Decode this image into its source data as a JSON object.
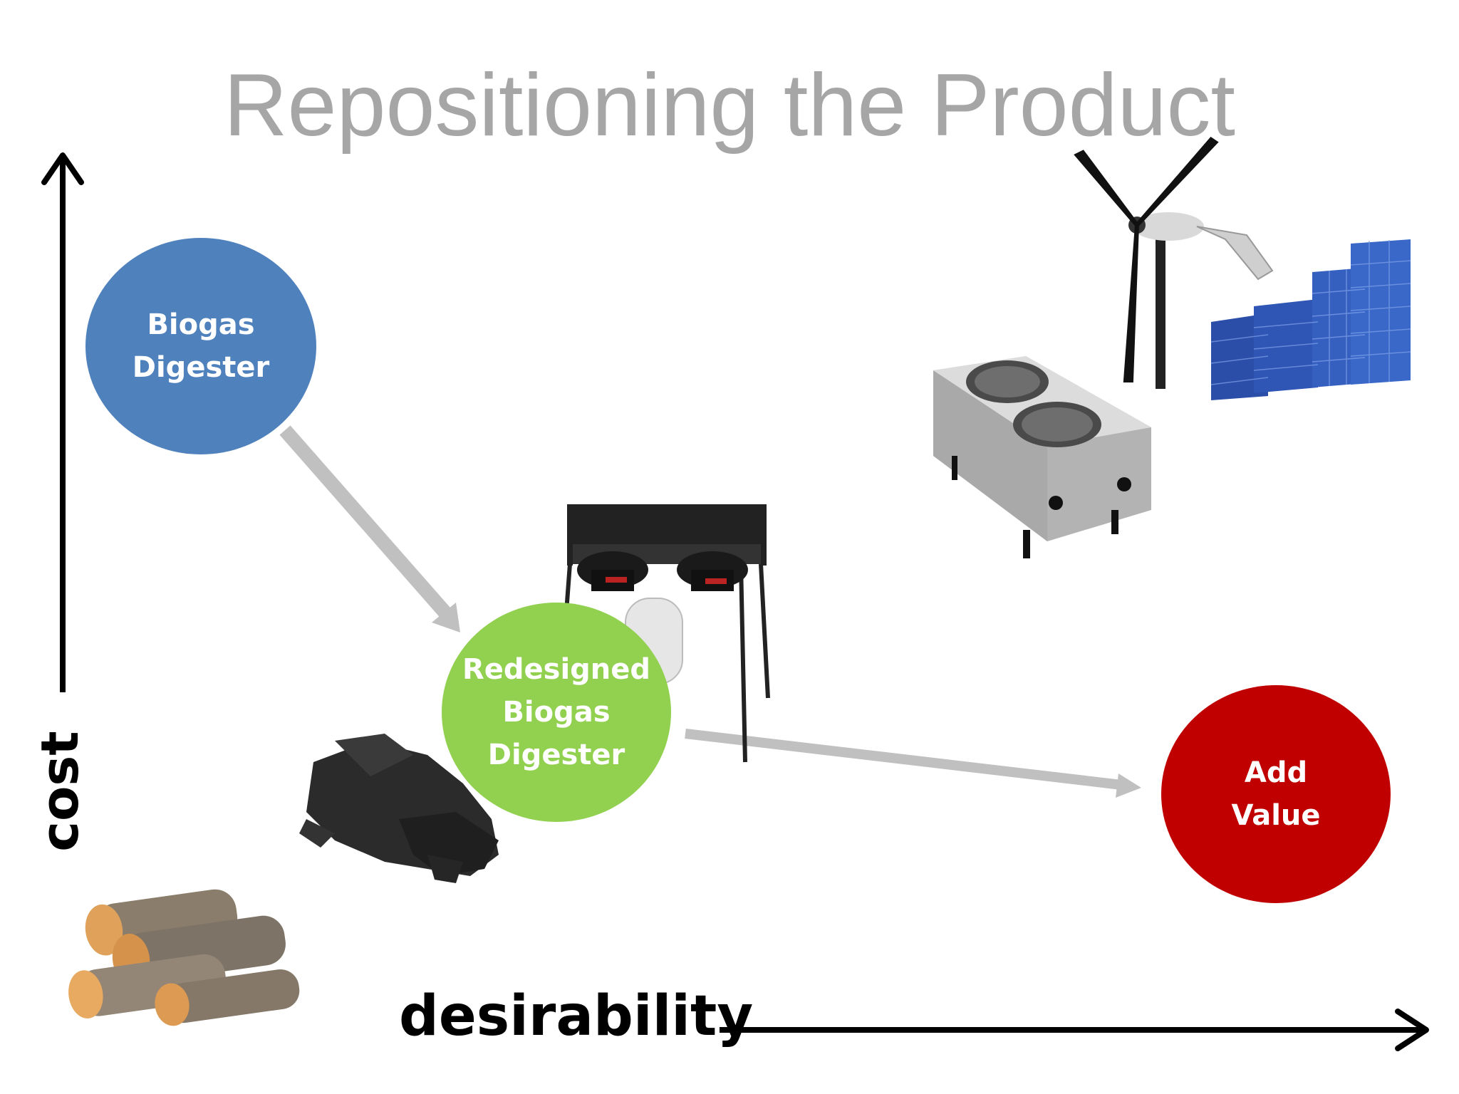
{
  "title": "Repositioning the Product",
  "axes": {
    "x_label": "desirability",
    "y_label": "cost"
  },
  "nodes": {
    "biogas": {
      "line1": "Biogas",
      "line2": "Digester",
      "color": "#4f81bd"
    },
    "redesigned": {
      "line1": "Redesigned",
      "line2": "Biogas",
      "line3": "Digester",
      "color": "#92d050"
    },
    "add_value": {
      "line1": "Add",
      "line2": "Value",
      "color": "#c00000"
    }
  },
  "images": [
    "firewood-image",
    "charcoal-image",
    "camp-stove-image",
    "electric-hotplate-image",
    "wind-turbine-image",
    "solar-panels-image"
  ]
}
